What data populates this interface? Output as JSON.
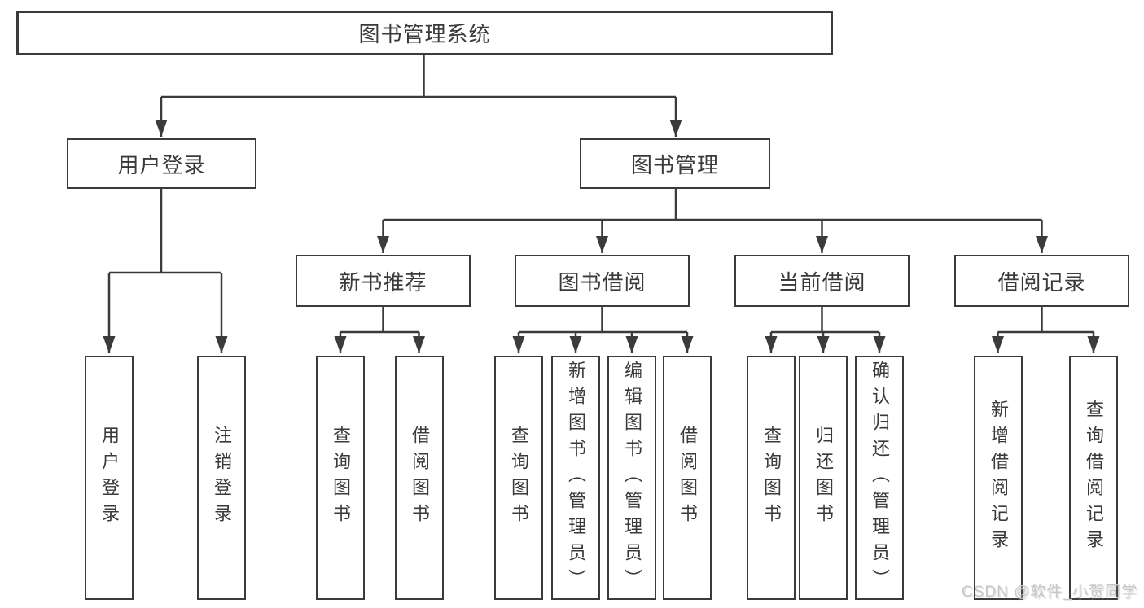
{
  "title": "图书管理系统",
  "watermark": {
    "text": "CSDN @软件_小贺同学"
  },
  "colors": {
    "line": "#3b3b3b",
    "text": "#3a3a3a",
    "box_background": "#ffffff",
    "watermark": "#c6c6c6"
  },
  "tree": {
    "label": "图书管理系统",
    "children": [
      {
        "label": "用户登录",
        "children": [
          {
            "label": "用户登录"
          },
          {
            "label": "注销登录"
          }
        ]
      },
      {
        "label": "图书管理",
        "children": [
          {
            "label": "新书推荐",
            "children": [
              {
                "label": "查询图书"
              },
              {
                "label": "借阅图书"
              }
            ]
          },
          {
            "label": "图书借阅",
            "children": [
              {
                "label": "查询图书"
              },
              {
                "label": "新增图书（管理员）"
              },
              {
                "label": "编辑图书（管理员）"
              },
              {
                "label": "借阅图书"
              }
            ]
          },
          {
            "label": "当前借阅",
            "children": [
              {
                "label": "查询图书"
              },
              {
                "label": "归还图书"
              },
              {
                "label": "确认归还（管理员）"
              }
            ]
          },
          {
            "label": "借阅记录",
            "children": [
              {
                "label": "新增借阅记录"
              },
              {
                "label": "查询借阅记录"
              }
            ]
          }
        ]
      }
    ]
  }
}
